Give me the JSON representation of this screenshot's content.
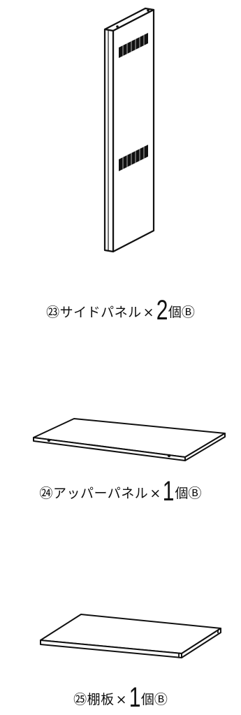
{
  "parts": [
    {
      "number": "㉓",
      "name": "サイドパネル",
      "times": "×",
      "qty": "2",
      "unit": "個Ⓑ"
    },
    {
      "number": "㉔",
      "name": "アッパーパネル",
      "times": "×",
      "qty": "1",
      "unit": "個Ⓑ"
    },
    {
      "number": "㉕",
      "name": "棚板",
      "times": "×",
      "qty": "1",
      "unit": "個Ⓑ"
    }
  ]
}
